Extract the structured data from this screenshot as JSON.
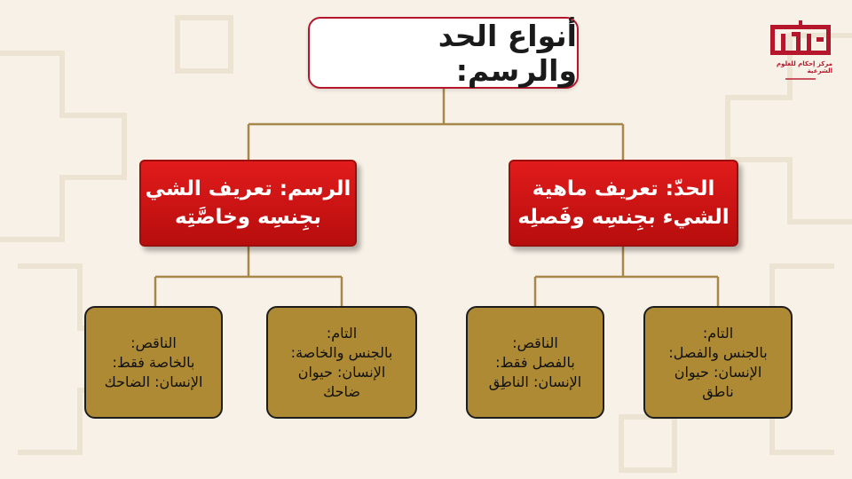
{
  "title": "أنواع الحد والرسم:",
  "definitions": {
    "hadd": {
      "line1": "الحدّ: تعريف ماهية",
      "line2": "الشيء بجِنسِه وفَصلِه"
    },
    "rasm": {
      "line1": "الرسم: تعريف الشي",
      "line2": "بجِنسِه وخاصَّتِه"
    }
  },
  "types": [
    {
      "heading": "التام:",
      "lines": [
        "بالجنس والفصل:",
        "الإنسان: حيوان",
        "ناطق"
      ]
    },
    {
      "heading": "الناقص:",
      "lines": [
        "بالفصل فقط:",
        "الإنسان: الناطِق"
      ]
    },
    {
      "heading": "التام:",
      "lines": [
        "بالجنس والخاصة:",
        "الإنسان: حيوان",
        "ضاحك"
      ]
    },
    {
      "heading": "الناقص:",
      "lines": [
        "بالخاصة فقط:",
        "الإنسان: الضاحك"
      ]
    }
  ],
  "logo": {
    "name": "إحكام",
    "subtitle": "مركز إحكام للعلوم الشرعية"
  },
  "colors": {
    "background": "#f7f1e7",
    "accent_red": "#d71a1a",
    "box_gold": "#ad8a33",
    "connector": "#a8884a",
    "title_border": "#b5162b"
  }
}
